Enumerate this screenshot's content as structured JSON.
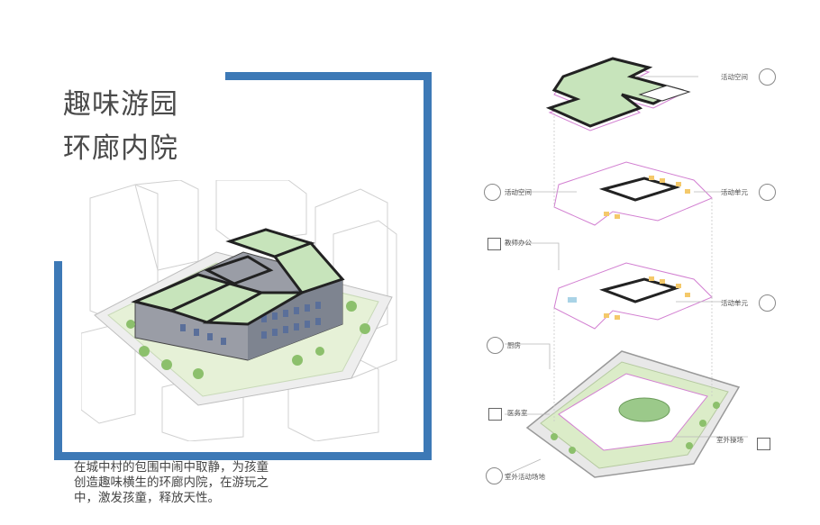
{
  "title_lines": [
    "趣味游园",
    "环廊内院"
  ],
  "description_lines": [
    "在城中村的包围中闹中取静，为孩童",
    "创造趣味横生的环廊内院，在游玩之",
    "中，激发孩童，释放天性。"
  ],
  "diagram_labels": {
    "top_right": "活动空间",
    "left_activity": "活动空间",
    "right_unit_1": "活动单元",
    "office": "教师办公",
    "right_unit_2": "活动单元",
    "kitchen": "厨房",
    "clinic": "医务室",
    "outdoor_track": "室外操场",
    "outdoor_area": "室外活动场地"
  },
  "colors": {
    "frame": "#3d79b6",
    "roof_green": "#c7e4bb",
    "wall_pink": "#d27fd1",
    "ground_green": "#dbecc8"
  }
}
